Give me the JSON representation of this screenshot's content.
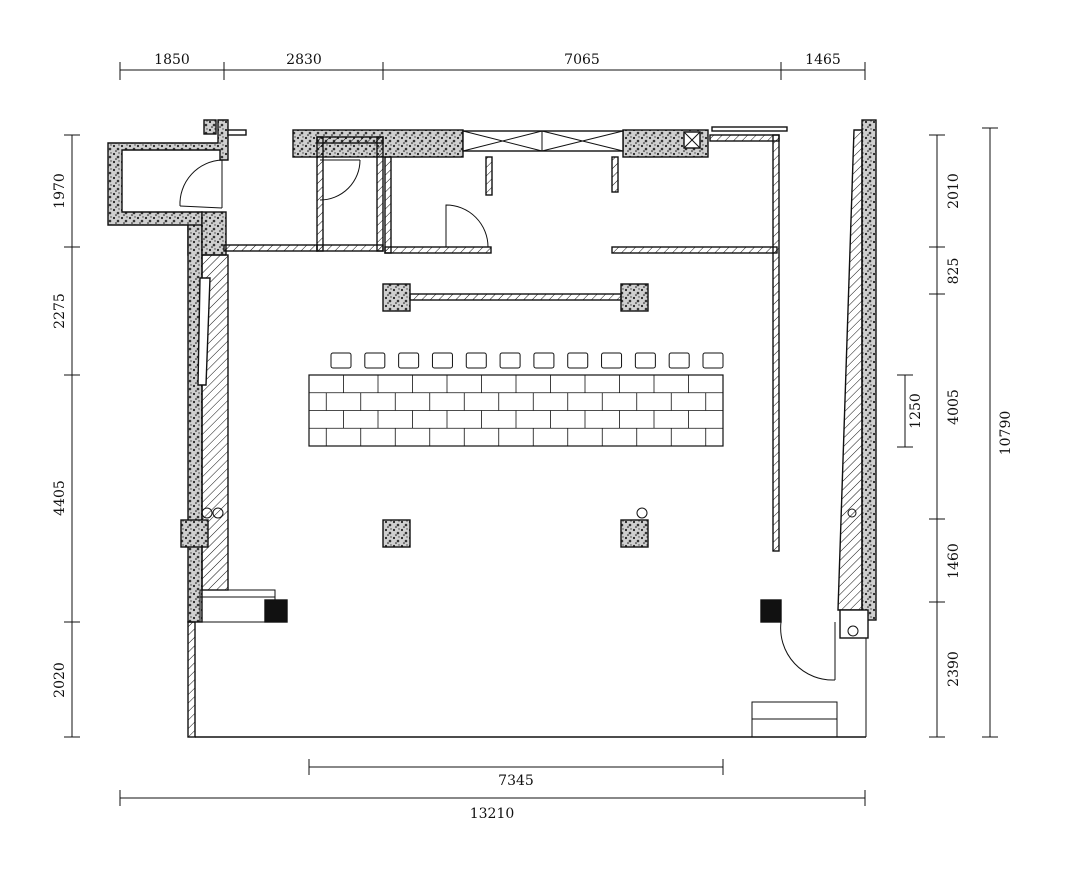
{
  "drawing": {
    "type": "floor-plan",
    "units": "mm",
    "dimensions": {
      "top": [
        "1850",
        "2830",
        "7065",
        "1465"
      ],
      "left": [
        "1970",
        "2275",
        "4405",
        "2020"
      ],
      "right_inner": [
        "2010",
        "825",
        "4005",
        "1460",
        "2390"
      ],
      "right_total": "10790",
      "bottom_inner": "7345",
      "bottom_total": "13210",
      "bar_depth": "1250"
    },
    "counter": {
      "seats": 12,
      "grid_rows": 4,
      "grid_cols": 12
    },
    "colors": {
      "line": "#111111",
      "hatch": "#111111",
      "background": "#ffffff"
    }
  }
}
